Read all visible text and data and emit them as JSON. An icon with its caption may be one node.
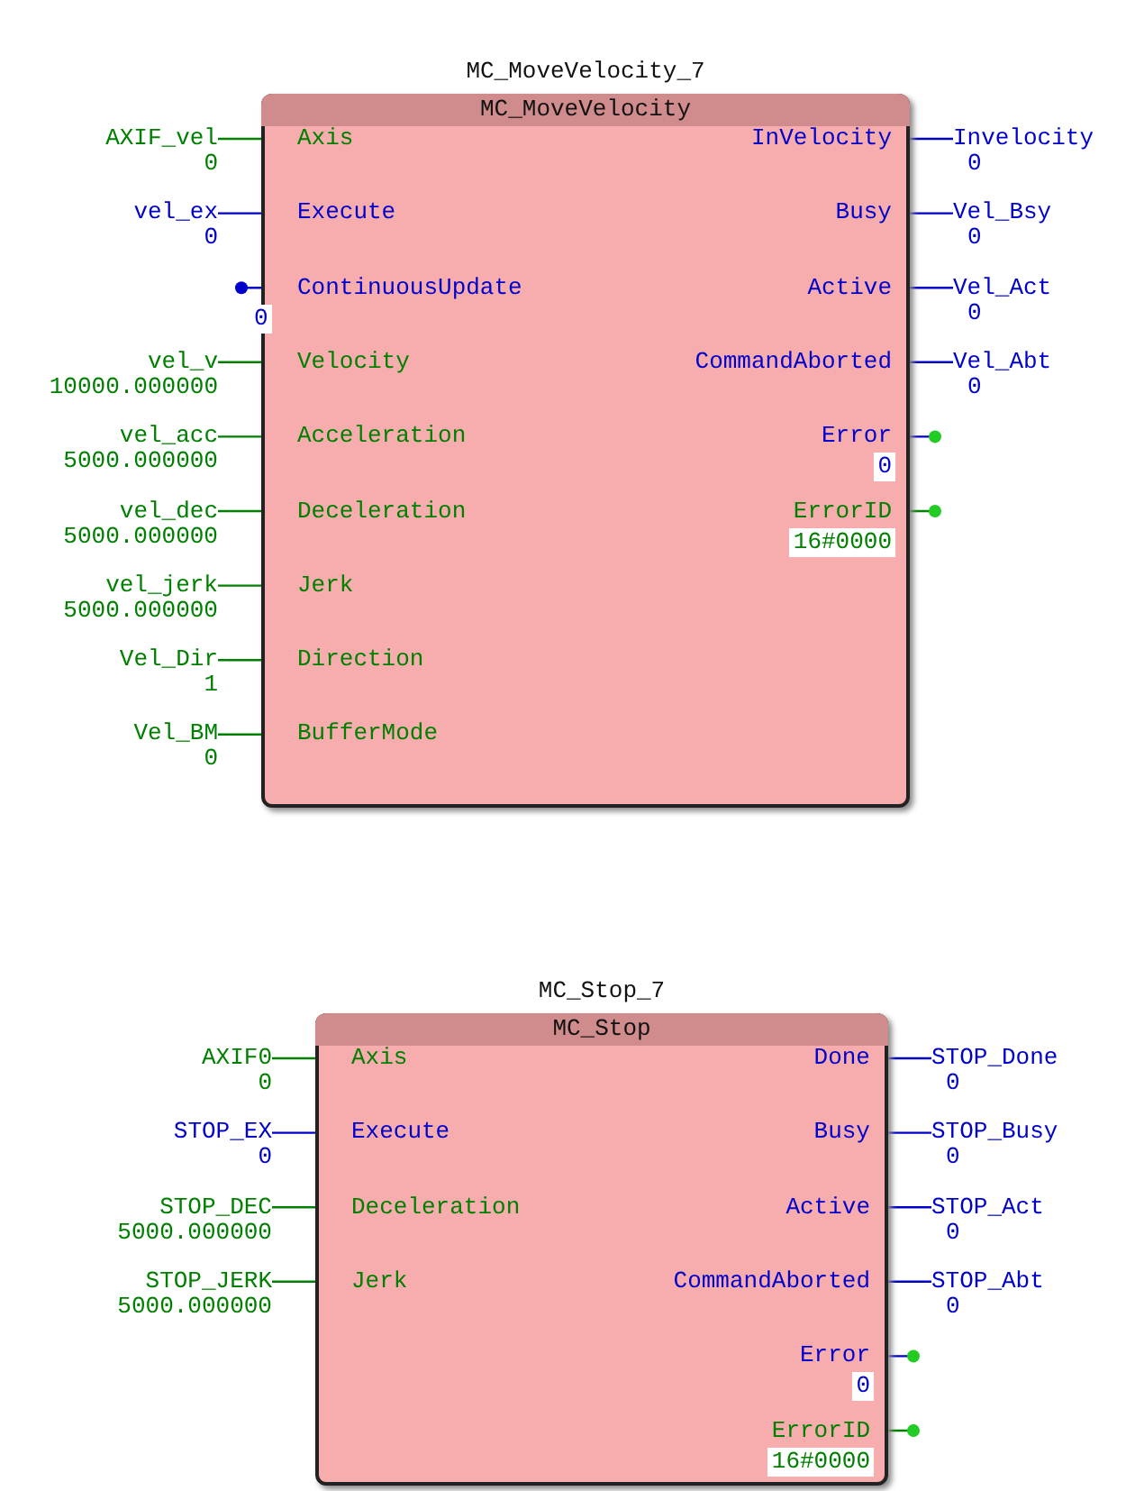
{
  "diagram": {
    "nodes": [
      {
        "text": [
          "MC_MoveVelocity_7",
          "MC_MoveVelocity"
        ]
      },
      {
        "text": [
          "Axis"
        ],
        "in": 0
      },
      {
        "text": [
          "Execute"
        ],
        "in": 0
      },
      {
        "text": [
          "ContinuousUpdate"
        ],
        "in": 0,
        "beside": [
          "0"
        ]
      },
      {
        "text": [
          "Velocity"
        ],
        "in": 0
      },
      {
        "text": [
          "Acceleration"
        ],
        "in": 0
      },
      {
        "text": [
          "Deceleration"
        ],
        "in": 0
      },
      {
        "text": [
          "Jerk"
        ],
        "in": 0
      },
      {
        "text": [
          "Direction"
        ],
        "in": 0
      },
      {
        "text": [
          "BufferMode"
        ],
        "in": 0
      },
      {
        "text": [
          "InVelocity"
        ],
        "in": 0
      },
      {
        "text": [
          "Busy"
        ],
        "in": 0
      },
      {
        "text": [
          "Active"
        ],
        "in": 0
      },
      {
        "text": [
          "CommandAborted"
        ],
        "in": 0
      },
      {
        "text": [
          "Error"
        ],
        "in": 0,
        "beside": [
          "0"
        ]
      },
      {
        "text": [
          "ErrorID"
        ],
        "in": 0,
        "beside": [
          "16#0000"
        ]
      },
      {
        "text": [
          "AXIF_vel"
        ],
        "beside": [
          "0"
        ]
      },
      {
        "text": [
          "vel_ex"
        ],
        "beside": [
          "0"
        ]
      },
      {
        "text": [
          "vel_v"
        ],
        "beside": [
          "10000.000000"
        ]
      },
      {
        "text": [
          "vel_acc"
        ],
        "beside": [
          "5000.000000"
        ]
      },
      {
        "text": [
          "vel_dec"
        ],
        "beside": [
          "5000.000000"
        ]
      },
      {
        "text": [
          "vel_jerk"
        ],
        "beside": [
          "5000.000000"
        ]
      },
      {
        "text": [
          "Vel_Dir"
        ],
        "beside": [
          "1"
        ]
      },
      {
        "text": [
          "Vel_BM"
        ],
        "beside": [
          "0"
        ]
      },
      {
        "text": [
          "Invelocity"
        ],
        "beside": [
          "0"
        ]
      },
      {
        "text": [
          "Vel_Bsy"
        ],
        "beside": [
          "0"
        ]
      },
      {
        "text": [
          "Vel_Act"
        ],
        "beside": [
          "0"
        ]
      },
      {
        "text": [
          "Vel_Abt"
        ],
        "beside": [
          "0"
        ]
      },
      {
        "text": [
          "MC_Stop_7",
          "MC_Stop"
        ]
      },
      {
        "text": [
          "Axis"
        ],
        "in": 28
      },
      {
        "text": [
          "Execute"
        ],
        "in": 28
      },
      {
        "text": [
          "Deceleration"
        ],
        "in": 28
      },
      {
        "text": [
          "Jerk"
        ],
        "in": 28
      },
      {
        "text": [
          "Done"
        ],
        "in": 28
      },
      {
        "text": [
          "Busy"
        ],
        "in": 28
      },
      {
        "text": [
          "Active"
        ],
        "in": 28
      },
      {
        "text": [
          "CommandAborted"
        ],
        "in": 28
      },
      {
        "text": [
          "Error"
        ],
        "in": 28,
        "beside": [
          "0"
        ]
      },
      {
        "text": [
          "ErrorID"
        ],
        "in": 28,
        "beside": [
          "16#0000"
        ]
      },
      {
        "text": [
          "AXIF0"
        ],
        "beside": [
          "0"
        ]
      },
      {
        "text": [
          "STOP_EX"
        ],
        "beside": [
          "0"
        ]
      },
      {
        "text": [
          "STOP_DEC"
        ],
        "beside": [
          "5000.000000"
        ]
      },
      {
        "text": [
          "STOP_JERK"
        ],
        "beside": [
          "5000.000000"
        ]
      },
      {
        "text": [
          "STOP_Done"
        ],
        "beside": [
          "0"
        ]
      },
      {
        "text": [
          "STOP_Busy"
        ],
        "beside": [
          "0"
        ]
      },
      {
        "text": [
          "STOP_Act"
        ],
        "beside": [
          "0"
        ]
      },
      {
        "text": [
          "STOP_Abt"
        ],
        "beside": [
          "0"
        ]
      }
    ],
    "edges": [
      {
        "from": 16,
        "to": 1,
        "arrow": "none",
        "color": "#008000"
      },
      {
        "from": 17,
        "to": 2,
        "arrow": "none"
      },
      {
        "from": null,
        "to": 3,
        "arrow": "other"
      },
      {
        "from": 18,
        "to": 4,
        "arrow": "none",
        "color": "#008000"
      },
      {
        "from": 19,
        "to": 5,
        "arrow": "none",
        "color": "#008000"
      },
      {
        "from": 20,
        "to": 6,
        "arrow": "none",
        "color": "#008000"
      },
      {
        "from": 21,
        "to": 7,
        "arrow": "none",
        "color": "#008000"
      },
      {
        "from": 22,
        "to": 8,
        "arrow": "none",
        "color": "#008000"
      },
      {
        "from": 23,
        "to": 9,
        "arrow": "none",
        "color": "#008000"
      },
      {
        "from": 10,
        "to": 24,
        "arrow": "none"
      },
      {
        "from": 11,
        "to": 25,
        "arrow": "none"
      },
      {
        "from": 12,
        "to": 26,
        "arrow": "none"
      },
      {
        "from": 13,
        "to": 27,
        "arrow": "none"
      },
      {
        "from": 14,
        "to": null,
        "arrow": "other"
      },
      {
        "from": 15,
        "to": null,
        "arrow": "other",
        "color": "#008000"
      },
      {
        "from": 39,
        "to": 29,
        "arrow": "none",
        "color": "#008000"
      },
      {
        "from": 40,
        "to": 30,
        "arrow": "none"
      },
      {
        "from": 41,
        "to": 31,
        "arrow": "none",
        "color": "#008000"
      },
      {
        "from": 42,
        "to": 32,
        "arrow": "none",
        "color": "#008000"
      },
      {
        "from": 33,
        "to": 43,
        "arrow": "none"
      },
      {
        "from": 34,
        "to": 44,
        "arrow": "none"
      },
      {
        "from": 35,
        "to": 45,
        "arrow": "none"
      },
      {
        "from": 36,
        "to": 46,
        "arrow": "none"
      },
      {
        "from": 37,
        "to": null,
        "arrow": "other"
      },
      {
        "from": 38,
        "to": null,
        "arrow": "other",
        "color": "#008000"
      }
    ]
  }
}
